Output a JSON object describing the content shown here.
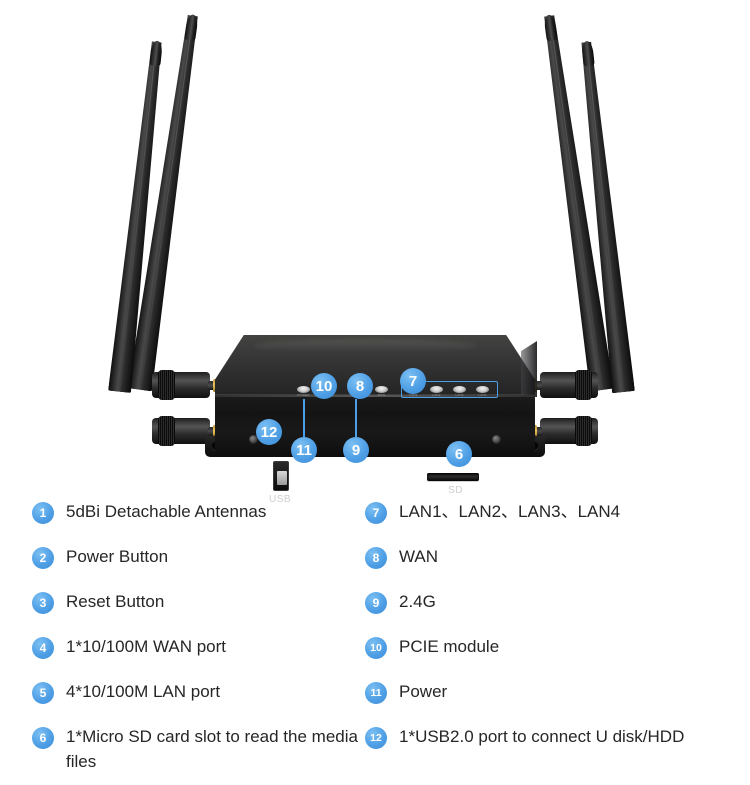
{
  "device": {
    "name": "wireless-router",
    "port_labels": {
      "usb": "USB",
      "sd": "SD"
    },
    "callouts": [
      {
        "id": "10",
        "target": "pcie-module-led"
      },
      {
        "id": "8",
        "target": "wan-led"
      },
      {
        "id": "7",
        "target": "lan-led-group"
      },
      {
        "id": "12",
        "target": "usb-port"
      },
      {
        "id": "6",
        "target": "sd-card-slot"
      },
      {
        "id": "11",
        "target": "power-led"
      },
      {
        "id": "9",
        "target": "wifi-24g-led"
      }
    ],
    "led_count": 8,
    "lan_led_count": 4,
    "antenna_count": 4
  },
  "legend": {
    "left": [
      {
        "num": "1",
        "text": "5dBi Detachable Antennas"
      },
      {
        "num": "2",
        "text": "Power Button"
      },
      {
        "num": "3",
        "text": "Reset Button"
      },
      {
        "num": "4",
        "text": "1*10/100M WAN port"
      },
      {
        "num": "5",
        "text": "4*10/100M LAN port"
      },
      {
        "num": "6",
        "text": "1*Micro SD card slot to read the media files"
      }
    ],
    "right": [
      {
        "num": "7",
        "text": "LAN1、LAN2、LAN3、LAN4"
      },
      {
        "num": "8",
        "text": "WAN"
      },
      {
        "num": "9",
        "text": "2.4G"
      },
      {
        "num": "10",
        "text": "PCIE module"
      },
      {
        "num": "11",
        "text": "Power"
      },
      {
        "num": "12",
        "text": "1*USB2.0 port to connect U disk/HDD"
      }
    ]
  },
  "colors": {
    "badge_blue": "#4a9fe8",
    "text": "#262626",
    "background": "#ffffff",
    "chassis_black": "#1a1a1b"
  }
}
